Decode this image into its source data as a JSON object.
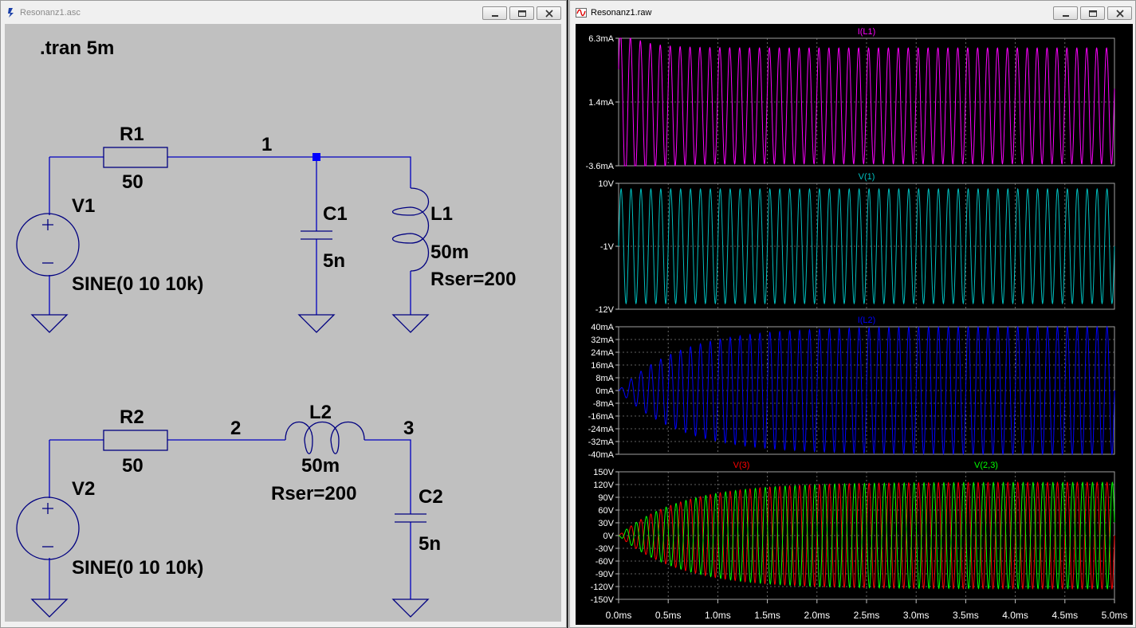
{
  "schematic_window": {
    "title": "Resonanz1.asc",
    "directive": ".tran 5m",
    "circuit1": {
      "r_name": "R1",
      "r_value": "50",
      "node": "1",
      "v_name": "V1",
      "v_value": "SINE(0 10 10k)",
      "c_name": "C1",
      "c_value": "5n",
      "l_name": "L1",
      "l_value": "50m",
      "l_rser": "Rser=200"
    },
    "circuit2": {
      "r_name": "R2",
      "r_value": "50",
      "node_a": "2",
      "node_b": "3",
      "l_name": "L2",
      "l_value": "50m",
      "l_rser": "Rser=200",
      "v_name": "V2",
      "v_value": "SINE(0 10 10k)",
      "c_name": "C2",
      "c_value": "5n"
    },
    "colors": {
      "wire": "#0000c0",
      "component": "#000080",
      "junction": "#0000ff",
      "background": "#c0c0c0"
    }
  },
  "waveform_window": {
    "title": "Resonanz1.raw",
    "x_axis_ticks": [
      "0.0ms",
      "0.5ms",
      "1.0ms",
      "1.5ms",
      "2.0ms",
      "2.5ms",
      "3.0ms",
      "3.5ms",
      "4.0ms",
      "4.5ms",
      "5.0ms"
    ],
    "pane1": {
      "trace_name": "I(L1)",
      "ticks": [
        "6.3mA",
        "1.4mA",
        "-3.6mA"
      ]
    },
    "pane2": {
      "trace_name": "V(1)",
      "ticks": [
        "10V",
        "-1V",
        "-12V"
      ]
    },
    "pane3": {
      "trace_name": "I(L2)",
      "ticks": [
        "40mA",
        "32mA",
        "24mA",
        "16mA",
        "8mA",
        "0mA",
        "-8mA",
        "-16mA",
        "-24mA",
        "-32mA",
        "-40mA"
      ]
    },
    "pane4": {
      "trace_names": [
        "V(3)",
        "V(2,3)"
      ],
      "ticks": [
        "150V",
        "120V",
        "90V",
        "60V",
        "30V",
        "0V",
        "-30V",
        "-60V",
        "-90V",
        "-120V",
        "-150V"
      ]
    },
    "colors": {
      "i_l1": "#ff00ff",
      "v_1": "#00c0c0",
      "i_l2": "#0000ff",
      "v_3": "#ff0000",
      "v_2_3": "#00ff00",
      "grid": "#808080",
      "tick_text": "#ffffff"
    }
  },
  "chart_data": [
    {
      "type": "line",
      "title": "I(L1)",
      "x_unit": "ms",
      "xlim": [
        0,
        5
      ],
      "ylim": [
        -3.6,
        6.3
      ],
      "y_unit": "mA",
      "series": [
        {
          "name": "I(L1)",
          "frequency_kHz": 10,
          "initial_peak": 6.3,
          "steady_state_range": [
            -3.6,
            6.3
          ]
        }
      ]
    },
    {
      "type": "line",
      "title": "V(1)",
      "x_unit": "ms",
      "xlim": [
        0,
        5
      ],
      "ylim": [
        -12,
        10
      ],
      "y_unit": "V",
      "series": [
        {
          "name": "V(1)",
          "frequency_kHz": 10,
          "amplitude": 10
        }
      ]
    },
    {
      "type": "line",
      "title": "I(L2)",
      "x_unit": "ms",
      "xlim": [
        0,
        5
      ],
      "ylim": [
        -40,
        40
      ],
      "y_unit": "mA",
      "series": [
        {
          "name": "I(L2)",
          "frequency_kHz": 10,
          "final_amplitude": 40,
          "time_constant_ms": 1.0
        }
      ]
    },
    {
      "type": "line",
      "title": "V(3), V(2,3)",
      "x_unit": "ms",
      "xlim": [
        0,
        5
      ],
      "ylim": [
        -150,
        150
      ],
      "y_unit": "V",
      "series": [
        {
          "name": "V(3)",
          "frequency_kHz": 10,
          "final_amplitude": 125,
          "time_constant_ms": 1.0
        },
        {
          "name": "V(2,3)",
          "frequency_kHz": 10,
          "final_amplitude": 125,
          "time_constant_ms": 1.0
        }
      ]
    }
  ]
}
